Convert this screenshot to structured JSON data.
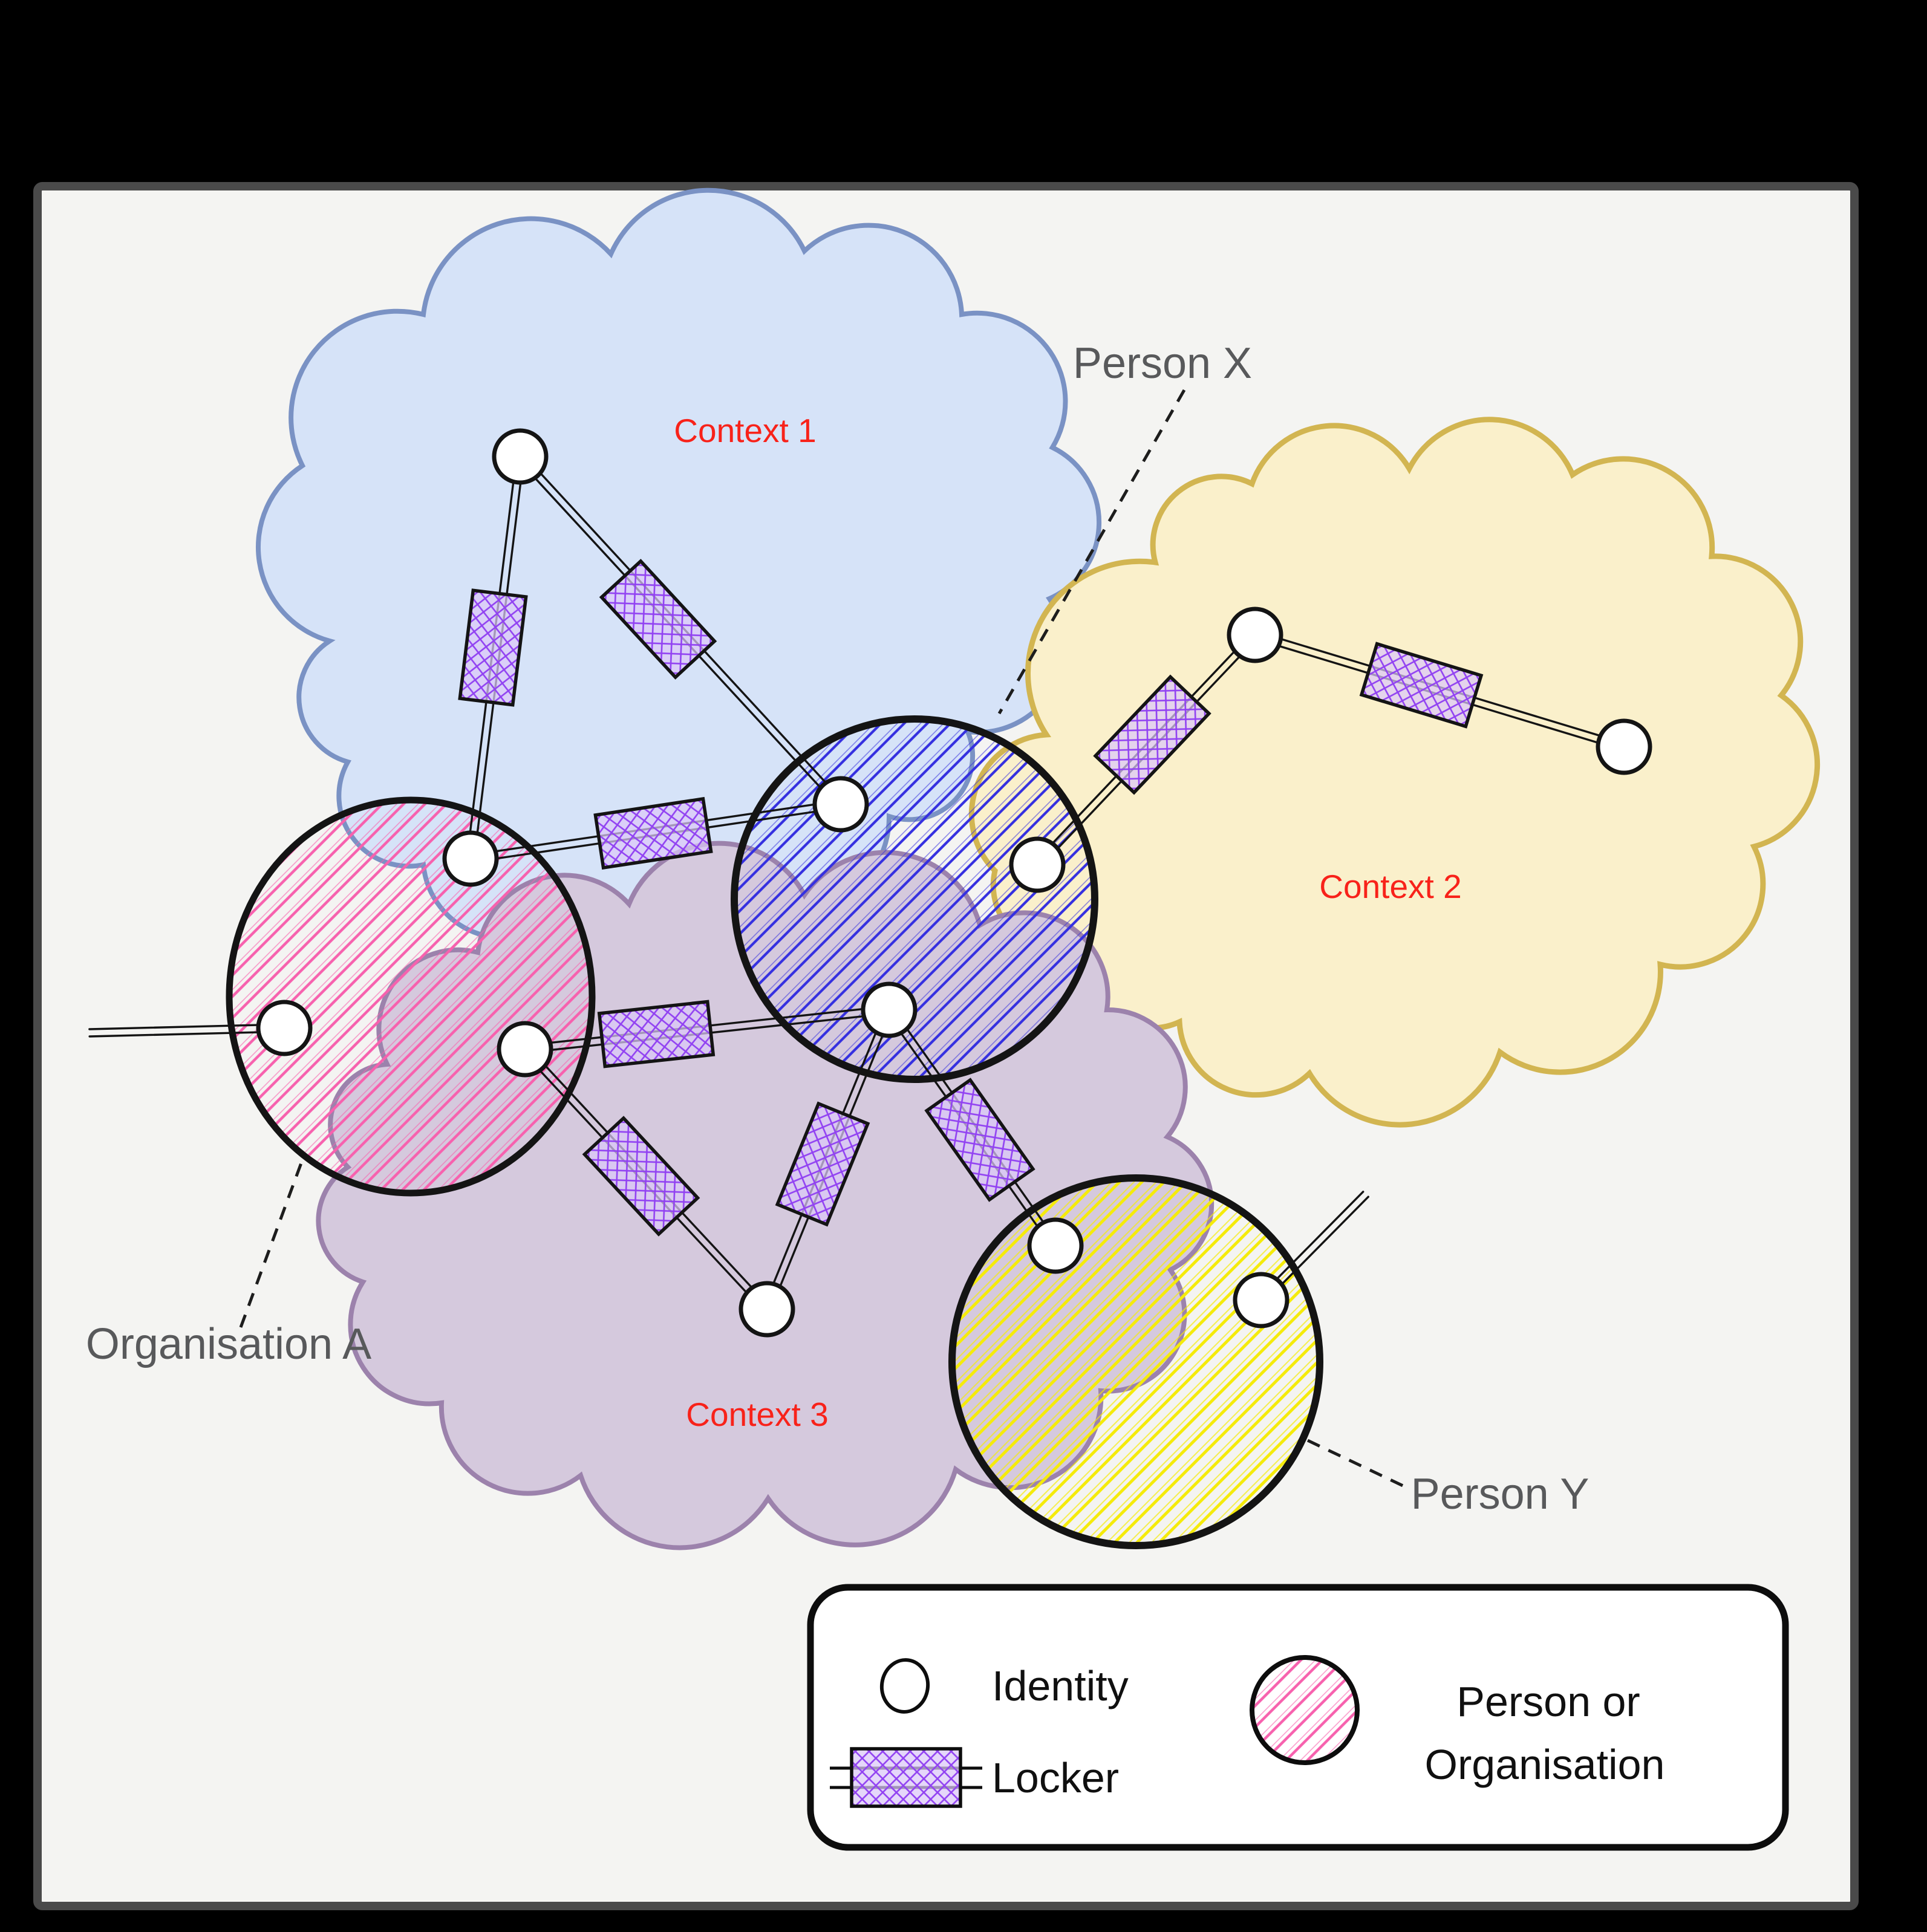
{
  "window": {
    "background": "#000000",
    "panel_fill": "#F4F4F2",
    "panel_border": "#4A4A4A"
  },
  "labels": {
    "context_1": "Context 1",
    "context_2": "Context 2",
    "context_3": "Context 3",
    "person_x": "Person X",
    "person_y": "Person Y",
    "organisation_a": "Organisation A"
  },
  "legend": {
    "items": [
      {
        "icon": "identity-circle-icon",
        "label": "Identity"
      },
      {
        "icon": "locker-icon",
        "label": "Locker"
      },
      {
        "icon": "person-organisation-circle-icon",
        "line1": "Person or",
        "line2": "Organisation"
      }
    ]
  },
  "palette": {
    "context_1_fill": "#D6E3F8",
    "context_1_stroke": "#7A92C4",
    "context_2_fill": "#FAF0CB",
    "context_2_stroke": "#D2B551",
    "context_3_fill": "#D5C9DD",
    "context_3_stroke": "#9C82AC",
    "pink_hatch": "#F761AE",
    "blue_hatch": "#3530E0",
    "yellow_hatch": "#F5EB0B",
    "locker_fill": "#DCC8F8",
    "locker_hatch": "#9141F2",
    "ink": "#141414",
    "context_label_color": "#F8221A",
    "entity_label_color": "#58595B"
  },
  "structure": {
    "contexts": [
      {
        "name": "Context 1",
        "color": "blue",
        "identities": 3,
        "lockers": 3
      },
      {
        "name": "Context 2",
        "color": "yellow",
        "identities": 2,
        "lockers": 2
      },
      {
        "name": "Context 3",
        "color": "purple",
        "identities": 3,
        "lockers": 4
      }
    ],
    "entities": [
      {
        "name": "Organisation A",
        "type": "organisation",
        "hatch": "pink",
        "identities": 3
      },
      {
        "name": "Person X",
        "type": "person",
        "hatch": "blue",
        "identities": 3
      },
      {
        "name": "Person Y",
        "type": "person",
        "hatch": "yellow",
        "identities": 2
      }
    ],
    "identity_count": 12,
    "locker_count": 9,
    "external_connections": 2
  }
}
